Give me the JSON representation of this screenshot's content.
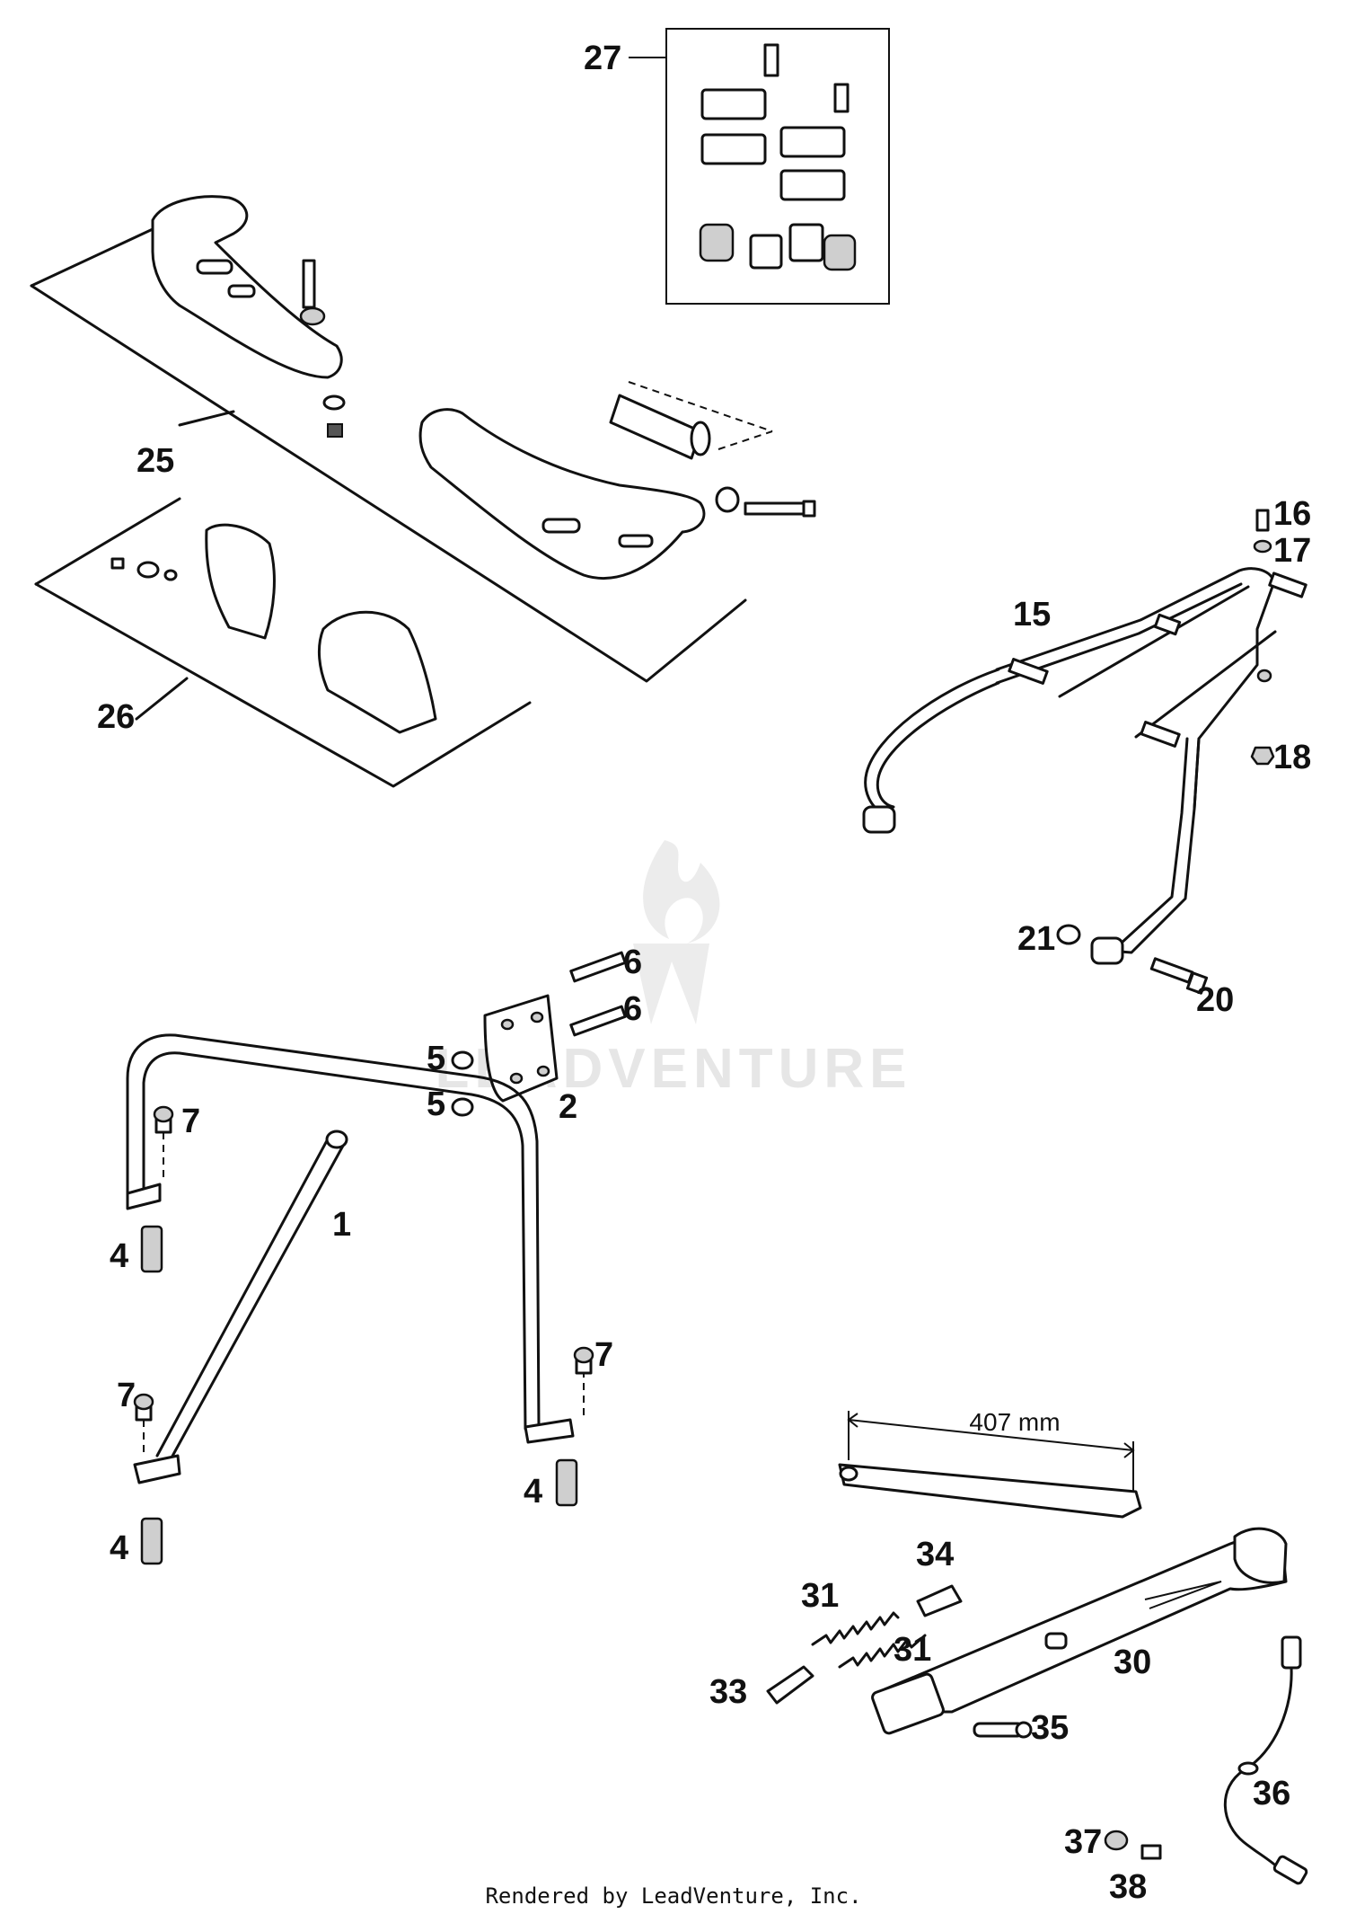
{
  "labels": {
    "p27": "27",
    "p25": "25",
    "p26": "26",
    "p15": "15",
    "p16": "16",
    "p17": "17",
    "p18": "18",
    "p21": "21",
    "p20": "20",
    "p6a": "6",
    "p6b": "6",
    "p5a": "5",
    "p5b": "5",
    "p2": "2",
    "p7a": "7",
    "p7b": "7",
    "p7c": "7",
    "p1": "1",
    "p4a": "4",
    "p4b": "4",
    "p4c": "4",
    "p34": "34",
    "p31a": "31",
    "p31b": "31",
    "p30": "30",
    "p33": "33",
    "p35": "35",
    "p36": "36",
    "p37": "37",
    "p38": "38"
  },
  "dimension": "407 mm",
  "watermark": "LEADVENTURE",
  "footer": "Rendered by LeadVenture, Inc.",
  "icons": {
    "watermark_logo": "flame-v-logo-icon"
  }
}
